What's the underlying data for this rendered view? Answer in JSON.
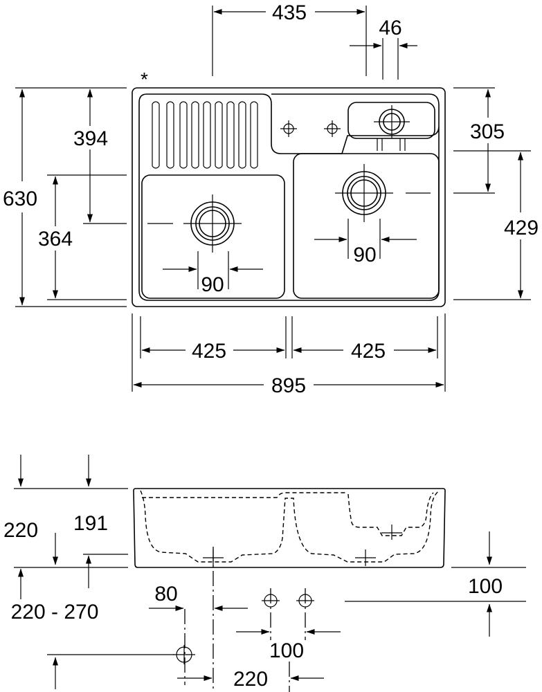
{
  "marker": "*",
  "plan_view": {
    "dimensions": {
      "tap_offset": "435",
      "tap_hole_gap": "46",
      "overall_depth": "630",
      "drainer_depth": "394",
      "left_bowl_depth": "364",
      "small_bowl_offset": "305",
      "right_bowl_depth": "429",
      "left_waste_offset": "90",
      "right_waste_offset": "90",
      "left_bowl_width": "425",
      "right_bowl_width": "425",
      "overall_width": "895"
    }
  },
  "side_view": {
    "dimensions": {
      "overall_height": "220",
      "bowl_depth": "191",
      "cabinet_height": "220 - 270",
      "waste_offset": "80",
      "tap_spacing": "100",
      "waste_spacing": "220",
      "floor_offset": "100"
    }
  }
}
